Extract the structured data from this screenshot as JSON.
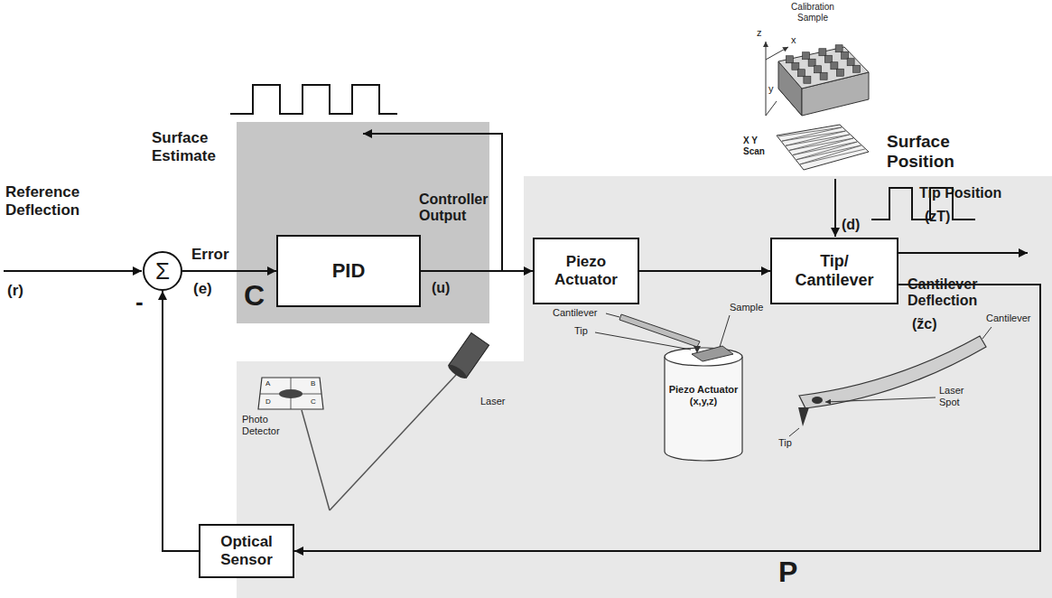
{
  "diagram": {
    "nodes": [
      {
        "text": [
          "Σ"
        ]
      },
      {
        "text": [
          "C"
        ]
      },
      {
        "text": [
          "PID"
        ],
        "in": 1
      },
      {
        "text": [
          "P"
        ]
      },
      {
        "text": [
          "Piezo Actuator"
        ],
        "in": 3
      },
      {
        "text": [
          "Tip/ Cantilever"
        ],
        "in": 3
      },
      {
        "text": [
          "Optical Sensor"
        ],
        "in": 3
      }
    ],
    "edges": [
      {
        "from": 0,
        "to": 2,
        "arrow": "to"
      },
      {
        "from": 2,
        "to": 4,
        "arrow": "to"
      },
      {
        "from": 4,
        "to": 5,
        "arrow": "to"
      },
      {
        "from": 5,
        "to": 6,
        "arrow": "to"
      },
      {
        "from": 6,
        "to": 0,
        "arrow": "to"
      }
    ],
    "labels": [
      "Reference Deflection",
      "(r)",
      "Error",
      "(e)",
      "-",
      "Surface Estimate",
      "Controller Output",
      "(u)",
      "Calibration Sample",
      "z",
      "x",
      "y",
      "X Y Scan",
      "Surface Position",
      "(d)",
      "Tip Position",
      "(zT)",
      "Cantilever Deflection",
      "(z̃c)",
      "Cantilever",
      "Tip",
      "Sample",
      "Piezo Actuator (x,y,z)",
      "Cantilever",
      "Laser Spot",
      "Tip",
      "Laser",
      "Photo Detector",
      "A",
      "B",
      "C",
      "D"
    ]
  }
}
